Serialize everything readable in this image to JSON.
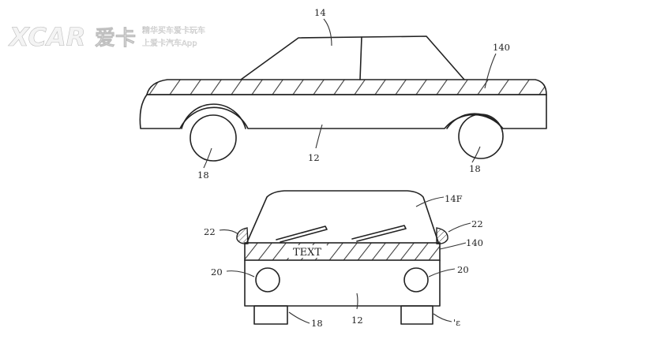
{
  "watermark": {
    "logo": "XCAR",
    "brand": "爱卡",
    "line1": "精华买车爱卡玩车",
    "line2": "上爱卡汽车App"
  },
  "side_view": {
    "labels": {
      "roof": "14",
      "strip": "140",
      "body": "12",
      "front_wheel": "18",
      "rear_wheel": "18"
    }
  },
  "front_view": {
    "strip_text": "TEXT",
    "labels": {
      "windshield": "14F",
      "light_left": "22",
      "light_right": "22",
      "strip": "140",
      "headlamp_left": "20",
      "headlamp_right": "20",
      "body": "12",
      "wheel_left": "18",
      "wheel_right": "'ε"
    }
  }
}
